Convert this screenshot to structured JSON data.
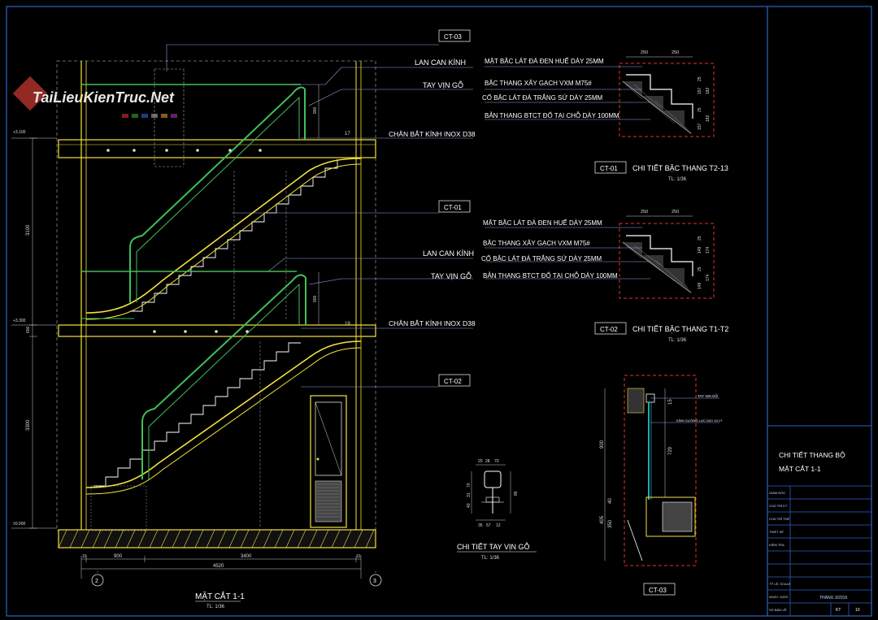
{
  "watermark": {
    "logo_text": "TaiLieuKienTruc.Net"
  },
  "section": {
    "title": "MẶT CẮT 1-1",
    "scale": "TL: 1/36",
    "labels": {
      "lan_can_kinh_1": "LAN CAN KÍNH",
      "tay_vin_go_1": "TAY VỊN GỖ",
      "chan_bat_kinh_1": "CHÂN BẮT KÍNH INOX D38",
      "lan_can_kinh_2": "LAN CAN KÍNH",
      "tay_vin_go_2": "TAY VỊN GỖ",
      "chan_bat_kinh_2": "CHÂN BẮT KÍNH INOX D38"
    },
    "callouts": [
      "CT-03",
      "CT-01",
      "CT-02"
    ],
    "levels": [
      "+3.100",
      "+3.300",
      "±0.000"
    ],
    "dims_bottom": [
      "10",
      "900",
      "3400",
      "10",
      "4520"
    ],
    "dims_left": [
      "3100",
      "600",
      "3300"
    ],
    "grid_marks": [
      "2",
      "3"
    ],
    "step_counts": [
      "17",
      "19"
    ],
    "rail_height": [
      "900",
      "900"
    ]
  },
  "detail_ct01": {
    "tag": "CT-01",
    "title": "CHI TIẾT BẬC THANG T2-13",
    "scale": "TL: 1/36",
    "notes": [
      "MẶT BẬC LÁT ĐÁ ĐEN HUẾ DÀY 25MM",
      "BẬC THANG XÂY GẠCH VXM M75#",
      "CỔ BẬC LÁT ĐÁ TRẮNG SỨ DÀY 25MM",
      "BẢN THANG BTCT ĐỔ TẠI CHỖ DÀY 100MM"
    ],
    "dims": [
      "250",
      "250",
      "157",
      "25",
      "182",
      "25",
      "157",
      "182"
    ]
  },
  "detail_ct02": {
    "tag": "CT-02",
    "title": "CHI TIẾT BẬC THANG T1-T2",
    "scale": "TL: 1/36",
    "notes": [
      "MẶT BẬC LÁT ĐÁ ĐEN HUẾ DÀY 25MM",
      "BẬC THANG XÂY GẠCH VXM M75#",
      "CỔ BẬC LÁT ĐÁ TRẮNG SỨ DÀY 25MM",
      "BẢN THANG BTCT ĐỔ TẠI CHỖ DÀY 100MM"
    ],
    "dims": [
      "250",
      "250",
      "149",
      "25",
      "174",
      "25",
      "149",
      "174"
    ]
  },
  "detail_ct03": {
    "tag": "CT-03",
    "dims": [
      "900",
      "729",
      "405",
      "350",
      "15",
      "40"
    ],
    "notes": [
      "TAY VỊN GỖ",
      "KÍNH CƯỜNG LỰC DÀY 10 LY"
    ]
  },
  "detail_handrail": {
    "title": "CHI TIẾT TAY VỊN GỖ",
    "scale": "TL: 1/36",
    "dims": [
      "20",
      "28",
      "70",
      "40",
      "31",
      "70",
      "86",
      "35",
      "57",
      "12"
    ]
  },
  "title_block": {
    "drawing_title_1": "CHI TIẾT THANG BỘ",
    "drawing_title_2": "MẶT CẮT 1-1",
    "rows": [
      "GIÁM ĐỐC",
      "CHỦ TRÌ KT",
      "CHỦ TRÌ THỂ",
      "THIẾT KẾ",
      "KIỂM TRA",
      "TỶ LỆ: SCALE",
      "NGÀY: DATE",
      "SỐ BẢN VẼ"
    ],
    "date": "THÁNG 3/2019",
    "sheet_label": "KT",
    "sheet_no": "10"
  },
  "colors": {
    "bg": "#000000",
    "white": "#ffffff",
    "yellow": "#f4e23c",
    "green": "#3fbf57",
    "red": "#e0342c",
    "cyan": "#2ad0e0",
    "blue": "#2a63c7",
    "gray": "#7a7a7a"
  }
}
